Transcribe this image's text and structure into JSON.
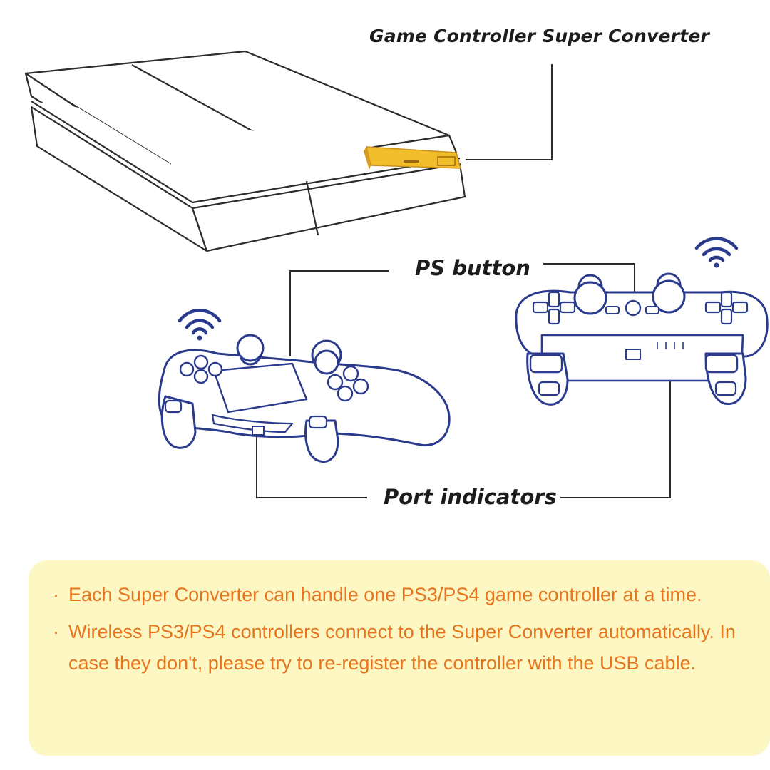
{
  "labels": {
    "converter": "Game Controller Super Converter",
    "ps_button": "PS button",
    "port_indicators": "Port indicators"
  },
  "notes": [
    "Each Super Converter can handle one PS3/PS4 game controller at a time.",
    "Wireless PS3/PS4 controllers connect to the Super Converter automatically. In case they don't, please try to re-register the controller with the USB cable."
  ],
  "bullet_glyph": "·",
  "colors": {
    "line_art": "#2b2b2b",
    "controller_stroke": "#2a3a8c",
    "converter_fill": "#f2bd2a",
    "note_background": "#fdf7c3",
    "note_text": "#e8741e"
  },
  "icons": [
    "console-illustration",
    "converter-dongle",
    "ps4-controller-illustration",
    "ps3-controller-illustration",
    "wireless-icon"
  ]
}
